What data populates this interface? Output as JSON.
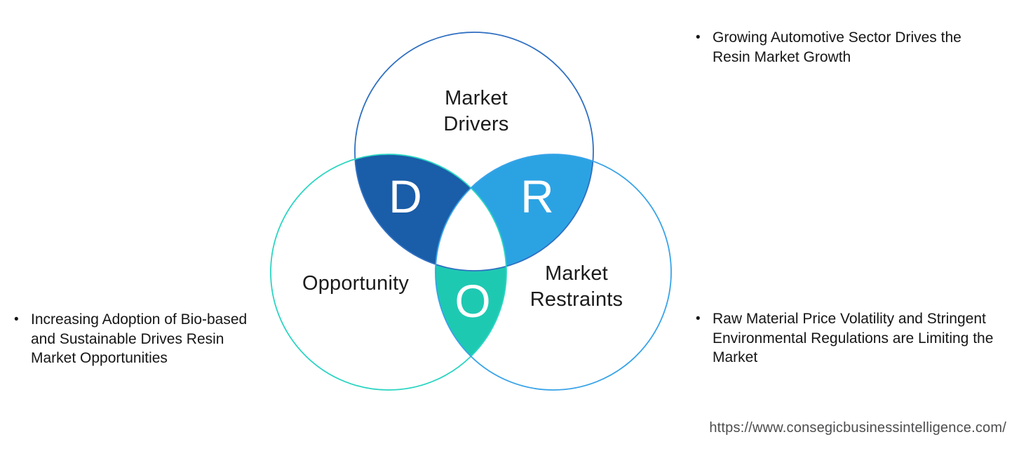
{
  "diagram": {
    "venn": {
      "drivers": {
        "label": "Market Drivers",
        "letter": "D"
      },
      "restraints": {
        "label": "Market Restraints",
        "letter": "R"
      },
      "opportunity": {
        "label": "Opportunity",
        "letter": "O"
      }
    }
  },
  "colors": {
    "drivers_outline": "#2f6fc1",
    "opportunity_outline": "#2bd5c2",
    "restraints_outline": "#38a3e8",
    "lens_d_fill": "#1a5da8",
    "lens_r_fill": "#2ba3e3",
    "lens_o_fill": "#1ec9b2",
    "center_fill": "#ffffff",
    "text": "#1b1b1b",
    "url_text": "#4d4d4f"
  },
  "bullets": {
    "marker": "•",
    "driver_text": "Growing Automotive Sector Drives the Resin Market Growth",
    "opportunity_text": "Increasing Adoption of Bio-based and Sustainable Drives Resin Market Opportunities",
    "restraint_text": "Raw Material Price Volatility and Stringent Environmental Regulations are Limiting the Market"
  },
  "footer": {
    "source_url": "https://www.consegicbusinessintelligence.com/"
  }
}
